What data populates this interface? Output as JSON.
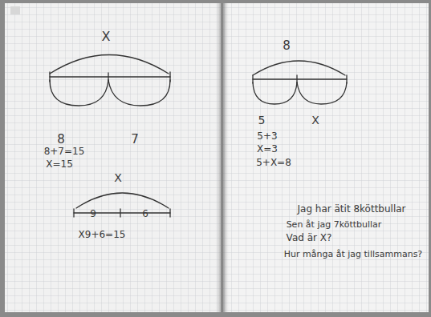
{
  "diagram": {
    "labels": [
      "X",
      "8",
      "7",
      "8+7=15",
      "X=15",
      "X",
      "9",
      "6",
      "X9+6=15",
      "8",
      "5",
      "X",
      "5+3",
      "X=3",
      "5+X=8",
      "Jag har ätit 8köttbullar",
      "Sen åt jag 7köttbullar",
      "Vad är X?",
      "Hur många åt jag tillsammans?"
    ]
  }
}
